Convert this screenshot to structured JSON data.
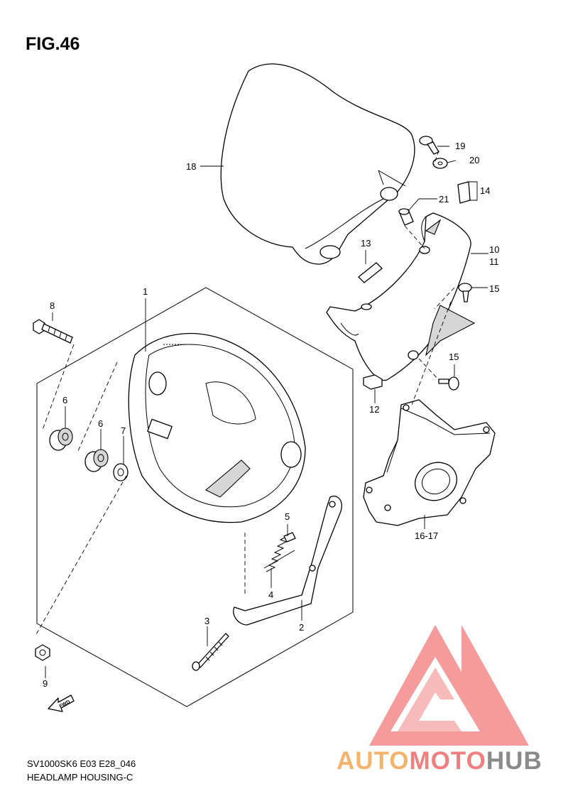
{
  "figure": {
    "title": "FIG.46"
  },
  "callouts": {
    "c1": "1",
    "c2": "2",
    "c3": "3",
    "c4": "4",
    "c5": "5",
    "c6a": "6",
    "c6b": "6",
    "c7": "7",
    "c8": "8",
    "c9": "9",
    "c10": "10",
    "c11": "11",
    "c12": "12",
    "c13": "13",
    "c14": "14",
    "c15a": "15",
    "c15b": "15",
    "c1617": "16-17",
    "c18": "18",
    "c19": "19",
    "c20": "20",
    "c21": "21"
  },
  "fwd_label": "FWD",
  "footer": {
    "model_code": "SV1000SK6 E03 E28_046",
    "section_name": "HEADLAMP HOUSING-C"
  },
  "watermark": {
    "part1": "AUTO",
    "part2": "MOTO",
    "part3": "HUB",
    "colors": {
      "auto": "#f5b46e",
      "moto": "#f08080",
      "hub": "#8a8a8a",
      "triangle": "#f48a8a"
    }
  }
}
